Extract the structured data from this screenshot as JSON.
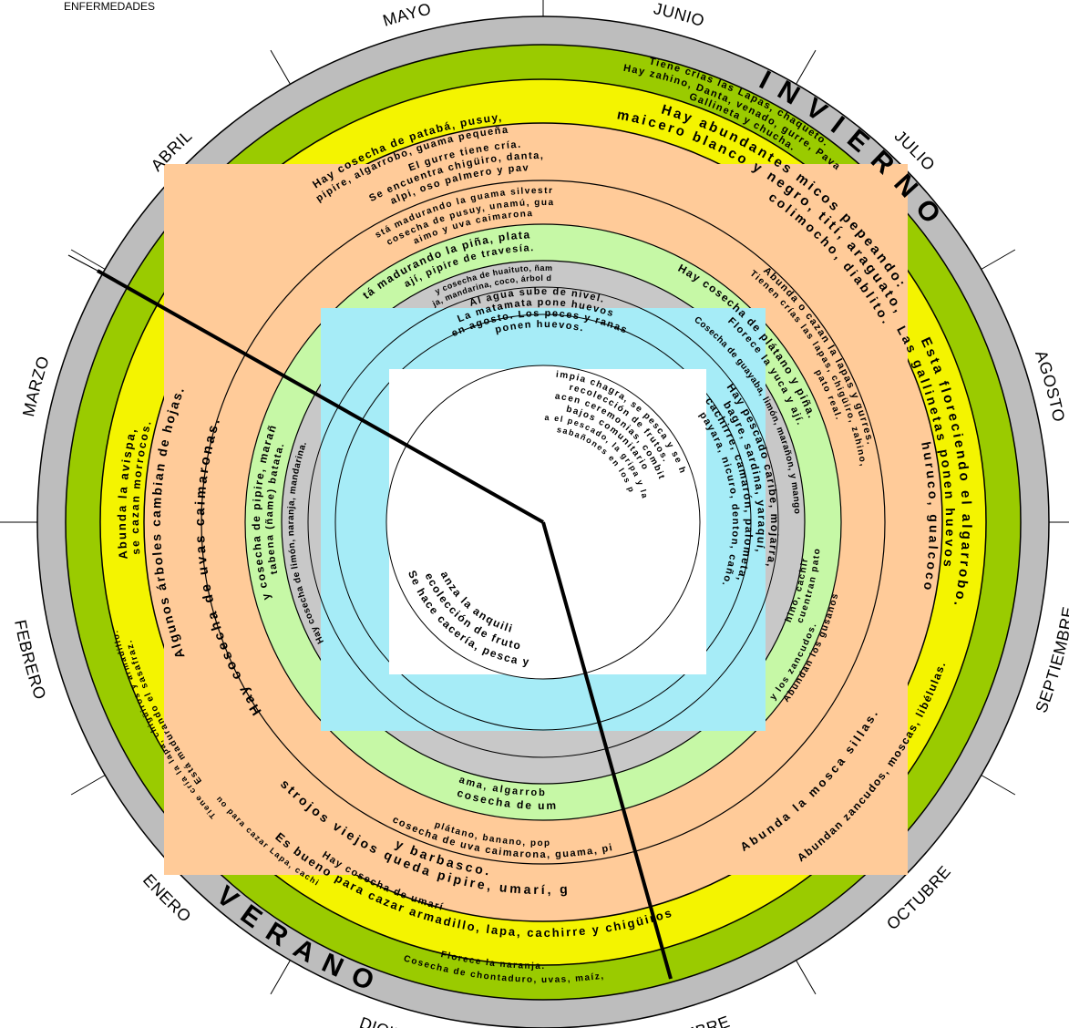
{
  "header": {
    "corner_text": "ENFERMEDADES"
  },
  "colors": {
    "outer_gray": "#bdbdbd",
    "green_dark": "#9acb00",
    "yellow": "#f4f400",
    "peach": "#ffcb99",
    "light_green": "#c6f8a6",
    "inner_gray": "#c8c8c8",
    "cyan": "#a6ecf7",
    "white": "#ffffff"
  },
  "months": [
    "MAYO",
    "JUNIO",
    "JULIO",
    "AGOSTO",
    "SEPTIEMBRE",
    "OCTUBRE",
    "NOVIEMBRE",
    "DICIEMBRE",
    "ENERO",
    "FEBRERO",
    "MARZO",
    "ABRIL"
  ],
  "seasons": {
    "winter": "INVIERNO",
    "summer": "VERANO"
  },
  "texts": {
    "g1": "Tiene crías las Lapas, chaqueto.",
    "g2": "Hay zahino, Danta, venado, gurre, Pava",
    "g3": "Gallineta y chucha.",
    "y1": "Hay abundantes micos pepeando:",
    "y2": "maicero blanco y negro, tití, araguato,",
    "y3": "colimocho, diablito.",
    "ja1": "Esta floreciendo el algarrobo.",
    "ja2": "Las gallinetas ponen huevos",
    "ja3": "churuco, gualcoco,",
    "ab1": "Hay cosecha de patabá, pusuy,",
    "ab2": "pipire, algarrobo, guama pequeña",
    "ab3": "El gurre tiene cría.",
    "ab4": "Se encuentra chigüiro, danta,",
    "ab5": "palpi, oso palmero y pava.",
    "ab6": "Está madurando la guama silvestre.",
    "ab7": "Hay cosecha de pusuy, unamú, guama,",
    "ab8": "caimo y uva caimarona.",
    "ab9": "Está madurando la piña, platano,",
    "ab10": "ají, pipire de travesía.",
    "ab11": "Hay cosecha de huaituto, ñambo",
    "ab12": "naranja, mandarina, coco, árbol de pan",
    "jl1": "Abunda o cazan la lapas y gurres.",
    "jl2": "Tienen crías las lapas, chigüiro, zahino,",
    "jl3": "pato real.",
    "jl4": "Hay cosecha de plátano y piña.",
    "jl5": "Florece la yuca y ají.",
    "jl6": "Cosecha de guayaba, limón, marañon, y mango",
    "ma1": "Abunda la avispa,",
    "ma2": "se cazan morrocos.",
    "ma3": "Algunos árboles cambian de hojas.",
    "ma4": "Hay cosecha de uvas caimaronas.",
    "ma5": "Hay cosecha de pipire, marañon,",
    "ma6": "tabena (ñame) batata.",
    "ma7": "Hay cosecha de limón, naranja, mandarina.",
    "fe1": "Está madurando el sasafraz.",
    "fe2": "Tiene cría la lapa, chigüiros y armadillo.",
    "w1": "Al agua sube de nivel.",
    "w2": "La matamata pone huevos",
    "w3": "en agosto. Los peces y ranas",
    "w4": "ponen huevos.",
    "w5": "Se limpia chagra, se pesca y se hace",
    "w6": "recolección de frutos.",
    "w7": "Se hacen ceremonias, combites y",
    "w8": "trabajos comunitarios.",
    "w9": "Se acaba el pescado, la gripa y la diarrea",
    "w10": "los sabañones en los pies.",
    "w11": "Se hace cacería, pesca y",
    "w12": "recolección de frutos",
    "w13": "Alcanza la anquilia y",
    "w14": "Hay pescado caribe, mojarra,",
    "w15": "bagre, sardina, yaraquí,",
    "w16": "cachirre, camarón, palometa,",
    "w17": "payara, nicuro, denton, caño.",
    "se1": "Abundan los gusanos",
    "se2": "y los zancudos.",
    "se3": "Se encuentran pato real,",
    "se4": "zahino, cachirre",
    "oc1": "Abunda la mosca sillas.",
    "oc2": "Abundan zancudos, moscas, libélulas.",
    "no1": "En rastrojos viejos queda pipire, umarí, guamo,",
    "no2": "y barbasco.",
    "no3": "Hay cosecha de uva caimarona, guama, piña,",
    "no4": "lulo, plátano, banano, popocho.",
    "no5": "Hay cosecha de umarí,",
    "no6": "guama, algarrobo.",
    "di1": "Es bueno para cazar armadillo, lapa, cachirre y chigüiros",
    "di2": "Hay cosecha de umarí",
    "di3": "bueno para cazar Lapa, cachirre",
    "di4": "Cosecha de chontaduro, uvas, maíz,",
    "di5": "Florece la naranja."
  }
}
